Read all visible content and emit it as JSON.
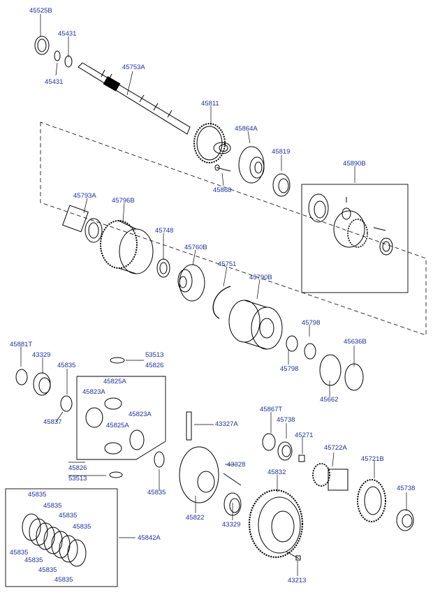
{
  "diagram": {
    "parts": {
      "p45525B": "45525B",
      "p45431_top": "45431",
      "p45431_bottom": "45431",
      "p45753A": "45753A",
      "p45811": "45811",
      "p45864A": "45864A",
      "p45819": "45819",
      "p45868": "45868",
      "p45890B": "45890B",
      "p45793A": "45793A",
      "p45796B": "45796B",
      "p45748": "45748",
      "p45760B": "45760B",
      "p45751": "45751",
      "p45790B": "45790B",
      "p45798_top": "45798",
      "p45798_bottom": "45798",
      "p45636B": "45636B",
      "p45662": "45662",
      "p45881T": "45881T",
      "p43329_left": "43329",
      "p45835_a": "45835",
      "p53513_top": "53513",
      "p45826_top": "45826",
      "p45825A_top": "45825A",
      "p45823A_left": "45823A",
      "p45823A_right": "45823A",
      "p45825A_mid": "45825A",
      "p45837": "45837",
      "p45826_bottom": "45826",
      "p53513_bottom": "53513",
      "p43327A": "43327A",
      "p45867T": "45867T",
      "p45738_top": "45738",
      "p45271": "45271",
      "p45722A": "45722A",
      "p45721B": "45721B",
      "p43328": "43328",
      "p45832": "45832",
      "p45738_right": "45738",
      "p45835_b": "45835",
      "p45822": "45822",
      "p43329_bottom": "43329",
      "p43213": "43213",
      "p45842A": "45842A",
      "k_top": "45835",
      "k_r1": "45835",
      "k_r2": "45835",
      "k_r3": "45835",
      "k_l1": "45835",
      "k_b1": "45835",
      "k_b2": "45835",
      "k_b3": "45835"
    }
  }
}
